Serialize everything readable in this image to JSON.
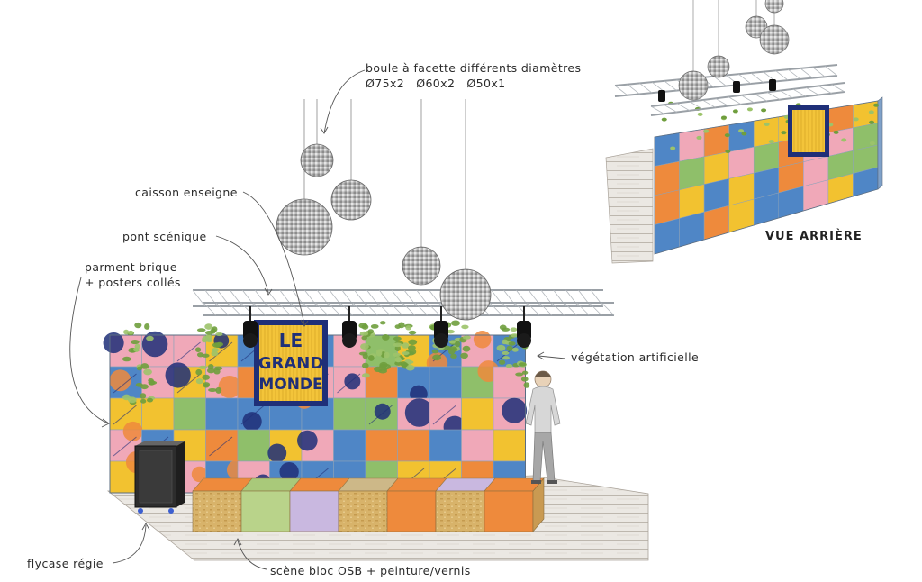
{
  "annotations": {
    "disco_balls": "boule à facette différents diamètres",
    "disco_sizes": "Ø75x2   Ø60x2   Ø50x1",
    "sign_box": "caisson enseigne",
    "truss": "pont scénique",
    "brick_line1": "parment brique",
    "brick_line2": "+ posters collés",
    "vegetation": "végétation artificielle",
    "flightcase": "flycase régie",
    "stage": "scène bloc OSB + peinture/vernis"
  },
  "rear_view_title": "VUE ARRIÈRE",
  "sign_text": [
    "LE",
    "GRAND",
    "MONDE"
  ],
  "colors": {
    "blue": "#4f86c6",
    "yellow": "#f2c230",
    "orange": "#ee8a3c",
    "pink": "#f0a8b8",
    "green": "#8fbf6a",
    "navy": "#1f2f78",
    "lilac": "#c9b8e0",
    "osb": "#d9b46a",
    "vegetation": "#6f9e3d"
  }
}
